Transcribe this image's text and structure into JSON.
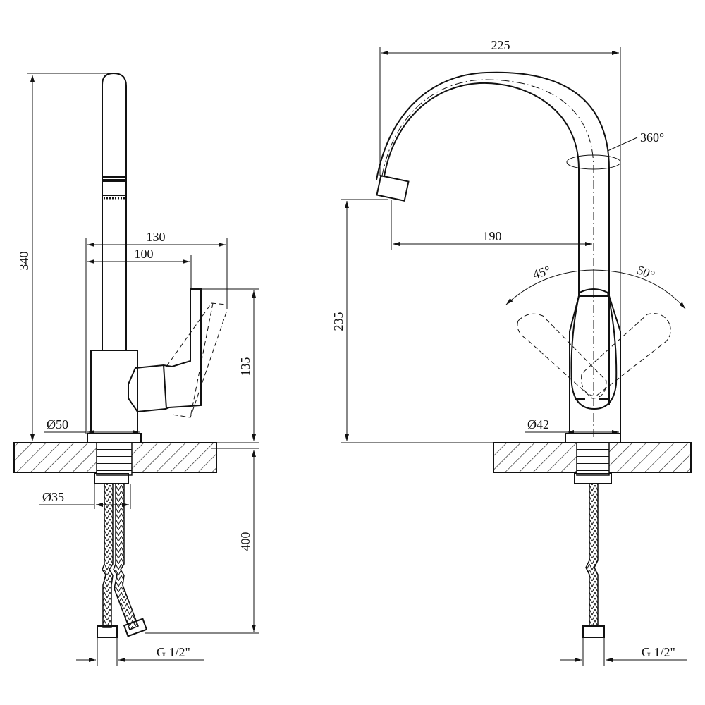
{
  "side_view": {
    "height_total": "340",
    "reach_outer": "130",
    "reach_inner": "100",
    "lever_height": "135",
    "base_diameter": "Ø50",
    "shank_diameter": "Ø35",
    "hose_length": "400",
    "connection": "G 1/2\""
  },
  "front_view": {
    "width_total": "225",
    "rotation": "360°",
    "spout_reach": "190",
    "spout_height": "235",
    "angle_left": "45°",
    "angle_right": "50°",
    "base_diameter": "Ø42",
    "connection": "G 1/2\""
  }
}
